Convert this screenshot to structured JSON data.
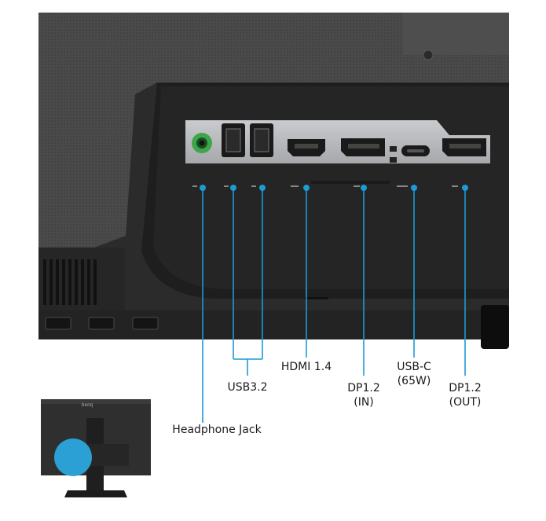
{
  "diagram": {
    "brand": "benq",
    "ports": {
      "headphone": "Headphone Jack",
      "usb": "USB3.2",
      "hdmi": "HDMI 1.4",
      "usbc_line1": "USB-C",
      "usbc_line2": "(65W)",
      "dp_in_line1": "DP1.2",
      "dp_in_line2": "(IN)",
      "dp_out_line1": "DP1.2",
      "dp_out_line2": "(OUT)"
    },
    "colors": {
      "callout_line": "#1c9bd6",
      "highlight_circle": "#2ba6de",
      "monitor_body": "#3a3a3a",
      "port_plate": "#b9bbbe"
    }
  }
}
